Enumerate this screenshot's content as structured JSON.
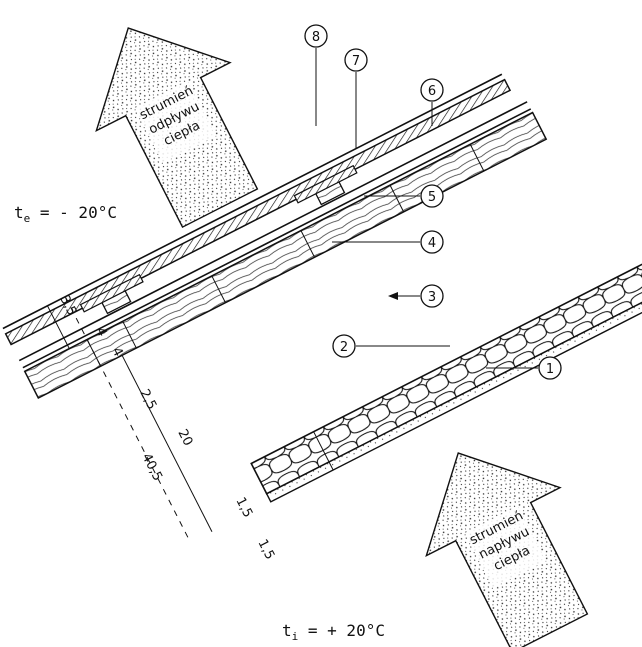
{
  "temperatures": {
    "outside": "tₑ = - 20°C",
    "outside_main": "t",
    "outside_sub": "e",
    "outside_rest": " = - 20°C",
    "inside_main": "t",
    "inside_sub": "i",
    "inside_rest": " = + 20°C"
  },
  "arrows": {
    "outflow": [
      "strumień",
      "odpływu",
      "ciepła"
    ],
    "inflow": [
      "strumień",
      "napływu",
      "ciepła"
    ]
  },
  "callouts": [
    "1",
    "2",
    "3",
    "4",
    "5",
    "6",
    "7",
    "8"
  ],
  "dimensions": [
    "3,5",
    "4",
    "4",
    "2,5",
    "20",
    "40,5",
    "1,5",
    "1,5"
  ],
  "colors": {
    "ink": "#111111",
    "paper": "#ffffff"
  }
}
